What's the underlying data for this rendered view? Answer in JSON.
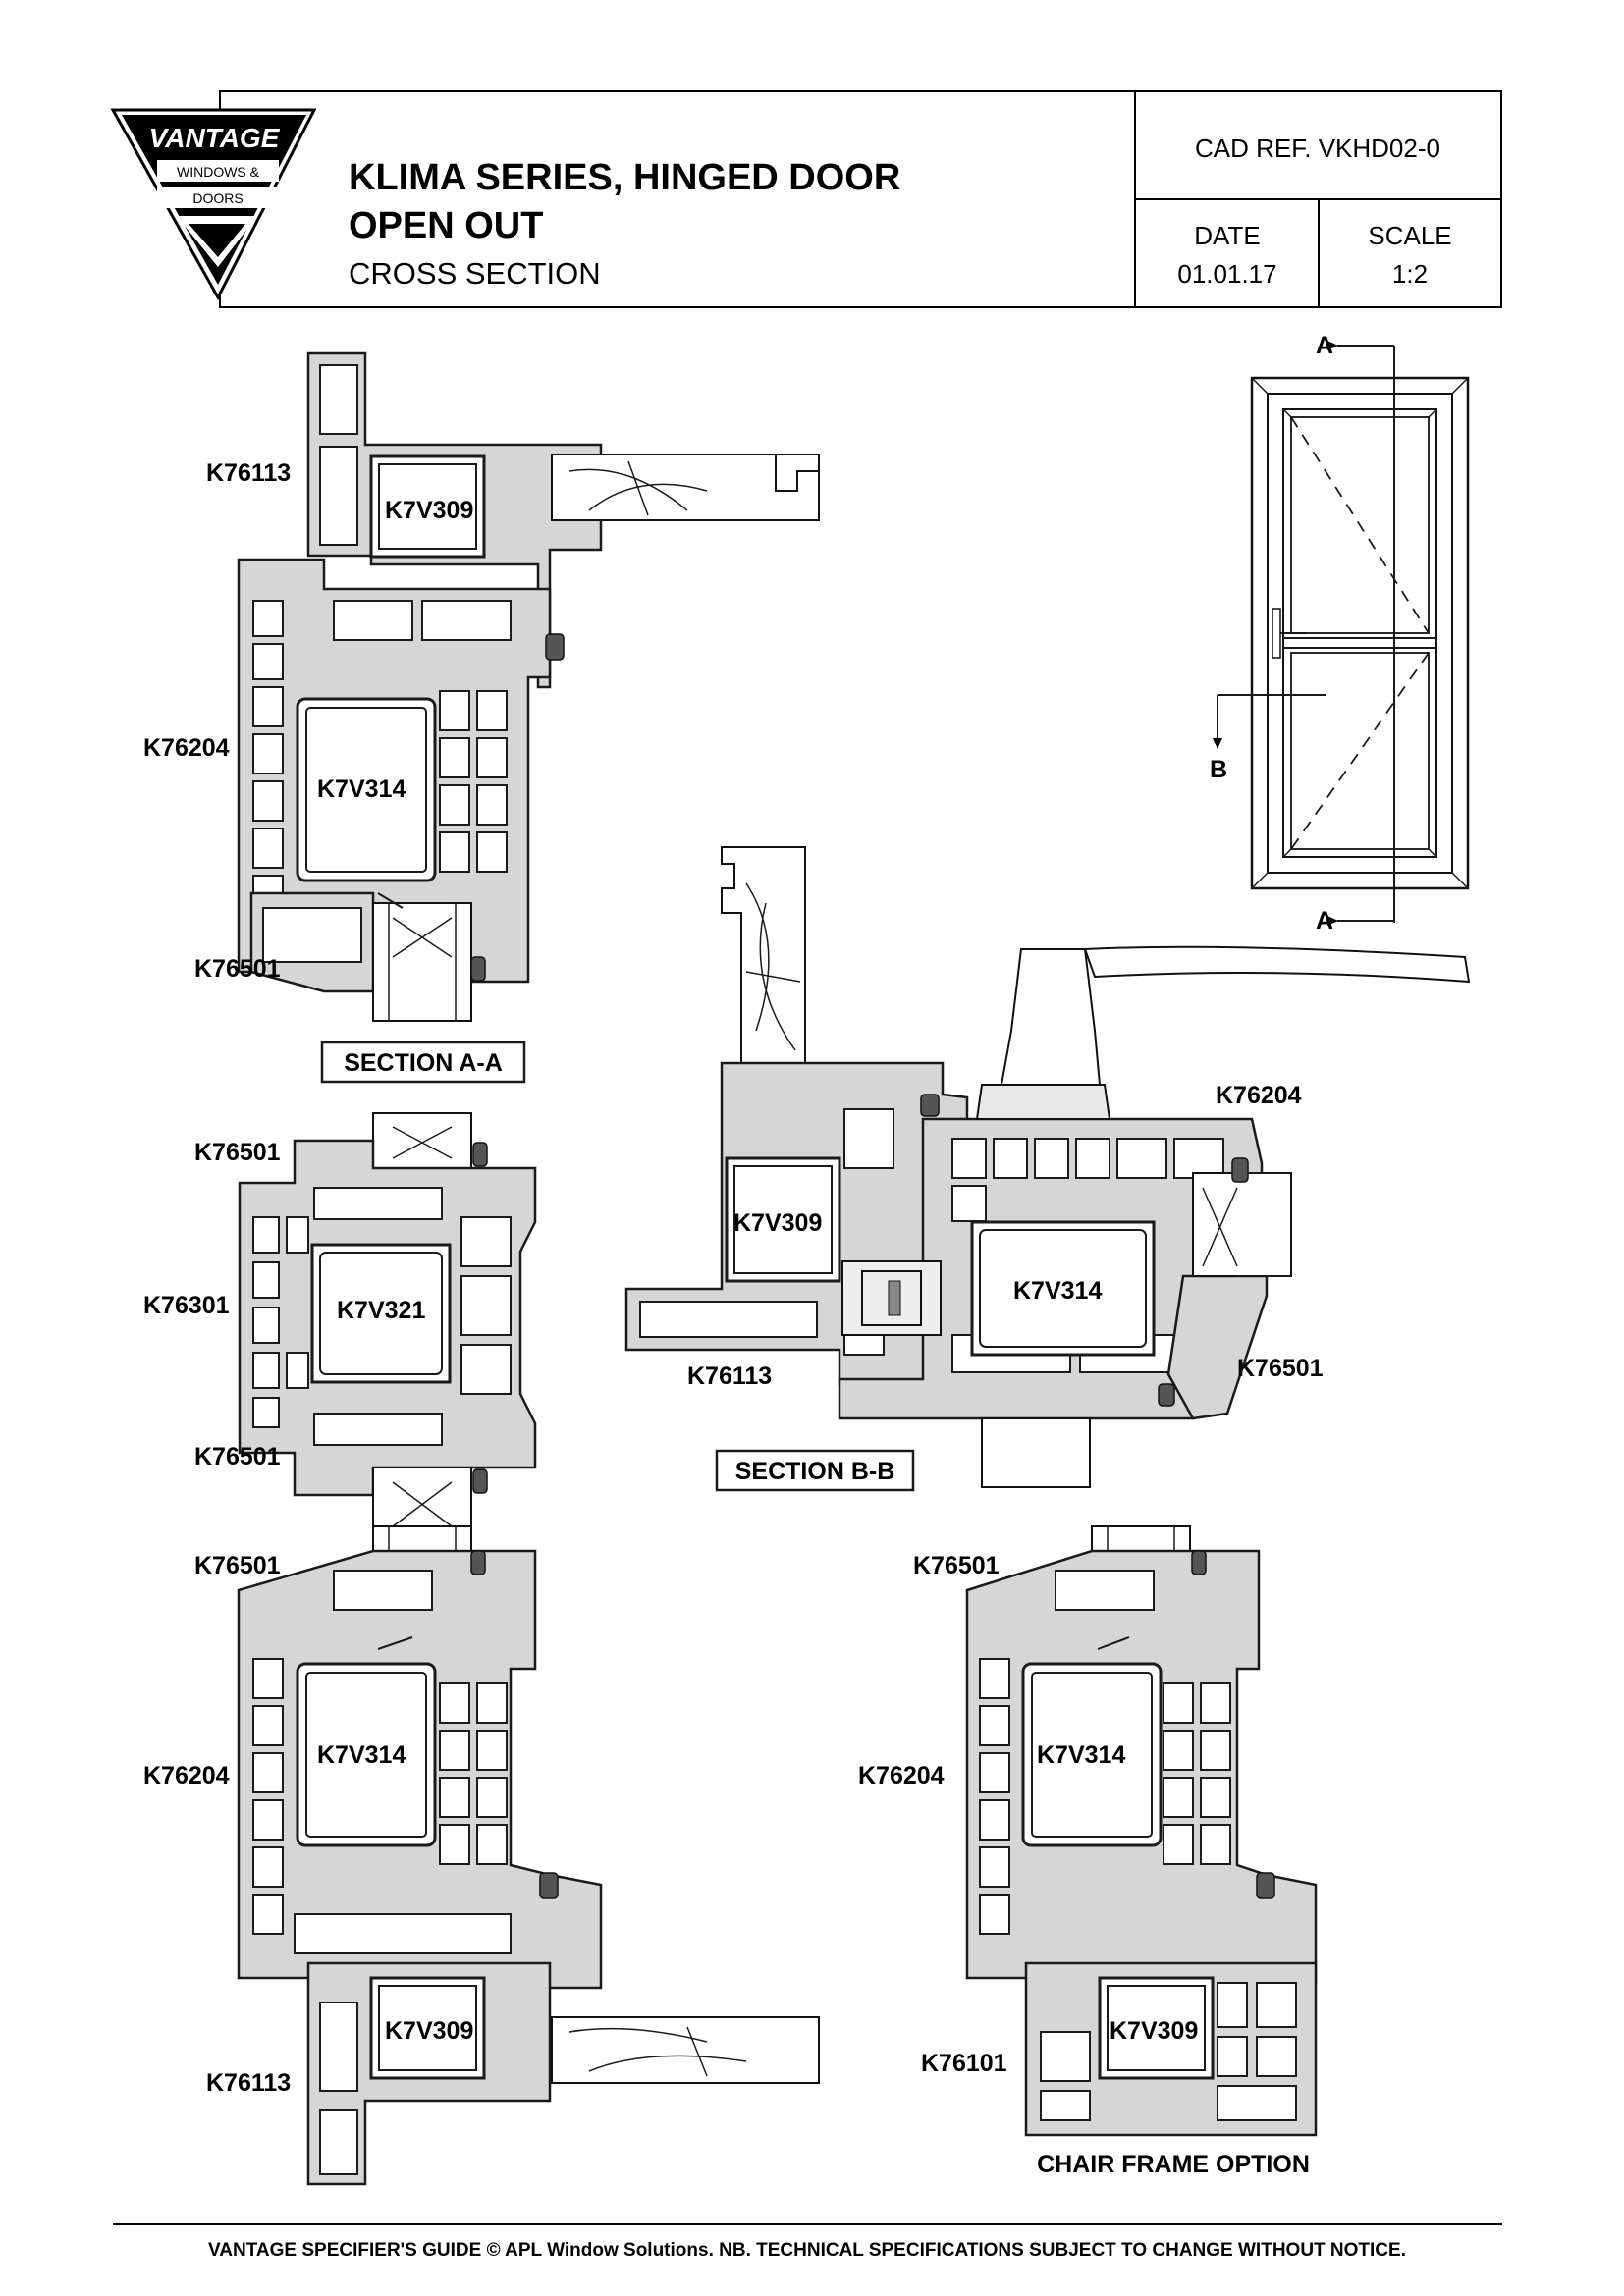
{
  "header": {
    "logo_text": "VANTAGE",
    "logo_sub1": "WINDOWS &",
    "logo_sub2": "DOORS",
    "title_line1": "KLIMA SERIES, HINGED DOOR",
    "title_line2": "OPEN OUT",
    "title_line3": "CROSS SECTION",
    "cad_ref": "CAD REF.  VKHD02-0",
    "date_label": "DATE",
    "date_value": "01.01.17",
    "scale_label": "SCALE",
    "scale_value": "1:2"
  },
  "section_aa": {
    "caption": "SECTION A-A",
    "labels": [
      "K76113",
      "K76204",
      "K76501"
    ],
    "reinforcements": [
      "K7V309",
      "K7V314"
    ]
  },
  "mullion": {
    "labels": [
      "K76501",
      "K76301",
      "K76501"
    ],
    "reinforcement": "K7V321"
  },
  "section_bb": {
    "caption": "SECTION B-B",
    "labels": [
      "K76204",
      "K76113",
      "K76501"
    ],
    "reinforcements": [
      "K7V309",
      "K7V314"
    ]
  },
  "bottom_left": {
    "labels": [
      "K76501",
      "K76204",
      "K76113"
    ],
    "reinforcements": [
      "K7V314",
      "K7V309"
    ]
  },
  "chair_frame": {
    "caption": "CHAIR FRAME OPTION",
    "labels": [
      "K76501",
      "K76204",
      "K76101"
    ],
    "reinforcements": [
      "K7V314",
      "K7V309"
    ]
  },
  "elevation": {
    "marker_a": "A",
    "marker_b": "B"
  },
  "footer": "VANTAGE SPECIFIER'S GUIDE  © APL Window Solutions. NB. TECHNICAL SPECIFICATIONS SUBJECT TO CHANGE WITHOUT NOTICE."
}
